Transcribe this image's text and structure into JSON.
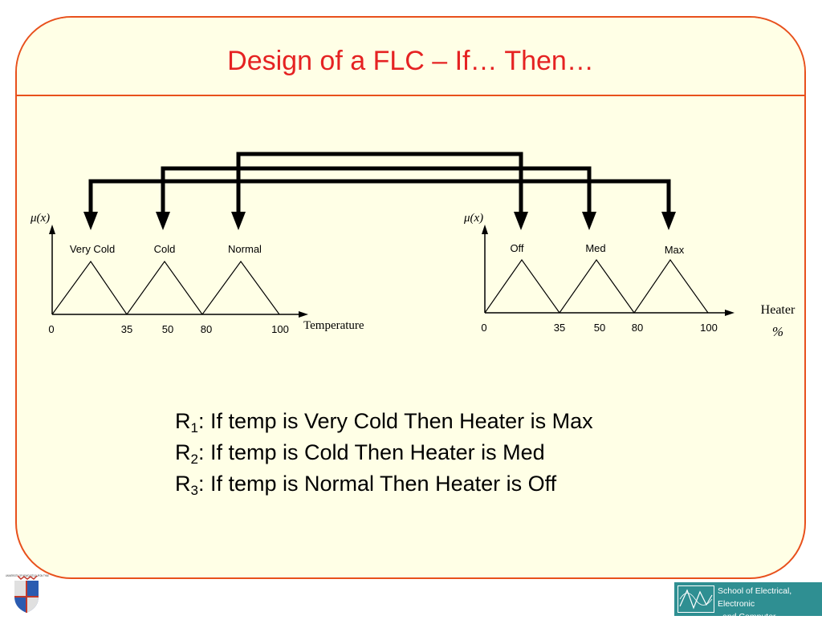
{
  "title": "Design of a FLC – If… Then…",
  "colors": {
    "frame_border": "#e8501c",
    "frame_fill": "#ffffe6",
    "title_text": "#e52222",
    "footer_badge": "#2f8f92"
  },
  "input_chart": {
    "ylabel": "μ(x)",
    "xlabel": "Temperature",
    "ticks": [
      "0",
      "35",
      "50",
      "80",
      "100"
    ],
    "sets": [
      "Very Cold",
      "Cold",
      "Normal"
    ]
  },
  "output_chart": {
    "ylabel": "μ(x)",
    "xlabel": "Heater",
    "unit": "%",
    "ticks": [
      "0",
      "35",
      "50",
      "80",
      "100"
    ],
    "sets": [
      "Off",
      "Med",
      "Max"
    ]
  },
  "rules": [
    {
      "id": "R",
      "sub": "1",
      "text": ": If temp is Very Cold Then Heater is Max"
    },
    {
      "id": "R",
      "sub": "2",
      "text": ": If temp is Cold Then Heater is Med"
    },
    {
      "id": "R",
      "sub": "3",
      "text": ": If temp is Normal Then Heater is Off"
    }
  ],
  "footer": {
    "university": "UNIVERSITY OF NEWCASTLE UPON TYNE",
    "school_line1": "School of Electrical, Electronic",
    "school_line2": "and Computer Engineering"
  },
  "icons": {
    "left_logo": "university-crest-icon",
    "right_logo": "school-waveform-icon"
  }
}
